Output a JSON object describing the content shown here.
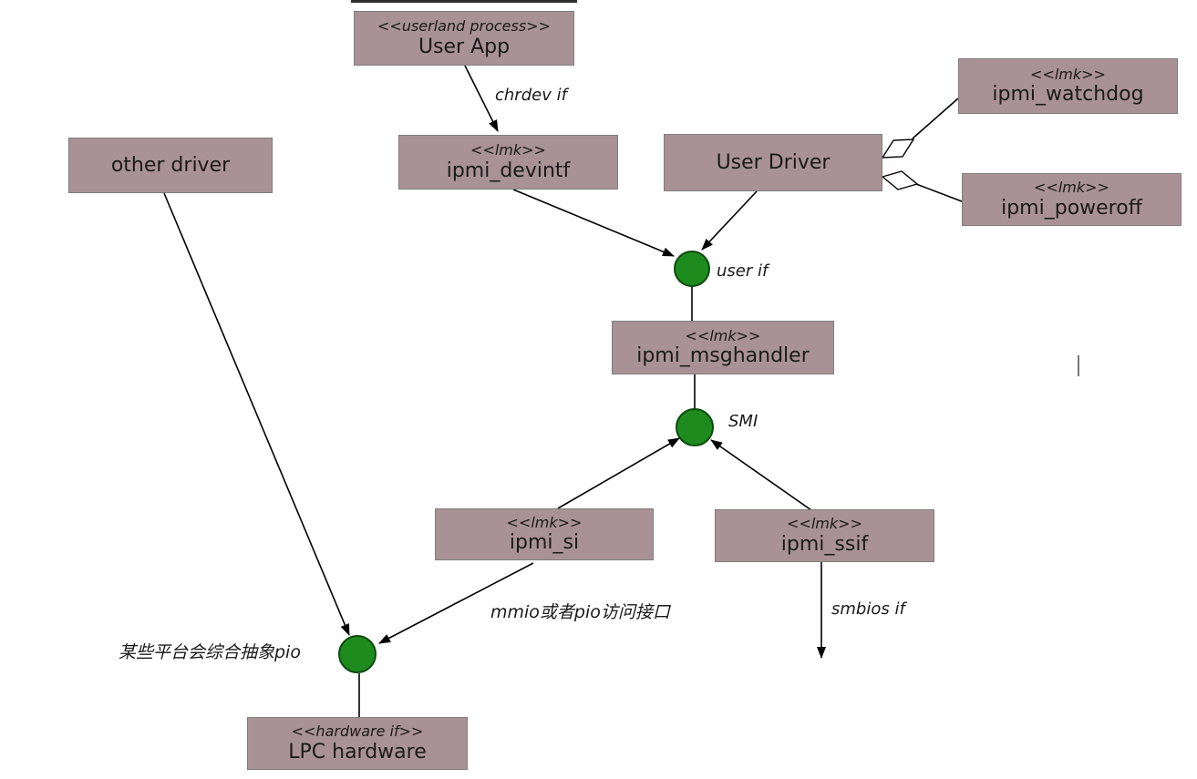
{
  "nodes": {
    "user_app": {
      "stereotype": "<<userland process>>",
      "label": "User App"
    },
    "ipmi_devintf": {
      "stereotype": "<<lmk>>",
      "label": "ipmi_devintf"
    },
    "user_driver": {
      "label": "User Driver"
    },
    "ipmi_watchdog": {
      "stereotype": "<<lmk>>",
      "label": "ipmi_watchdog"
    },
    "ipmi_poweroff": {
      "stereotype": "<<lmk>>",
      "label": "ipmi_poweroff"
    },
    "other_driver": {
      "label": "other driver"
    },
    "ipmi_msghandler": {
      "stereotype": "<<lmk>>",
      "label": "ipmi_msghandler"
    },
    "ipmi_si": {
      "stereotype": "<<lmk>>",
      "label": "ipmi_si"
    },
    "ipmi_ssif": {
      "stereotype": "<<lmk>>",
      "label": "ipmi_ssif"
    },
    "lpc_hardware": {
      "stereotype": "<<hardware if>>",
      "label": "LPC hardware"
    }
  },
  "edge_labels": {
    "chrdev_if": "chrdev if",
    "user_if": "user if",
    "smi": "SMI",
    "mmio_pio": "mmio或者pio访问接口",
    "smbios_if": "smbios if",
    "pio_note": "某些平台会综合抽象pio"
  },
  "colors": {
    "node_fill": "#a99295",
    "node_border": "#7d7d7d",
    "interface_fill": "#1e8b1e",
    "interface_border": "#0c4a0c",
    "connector": "#000000"
  }
}
